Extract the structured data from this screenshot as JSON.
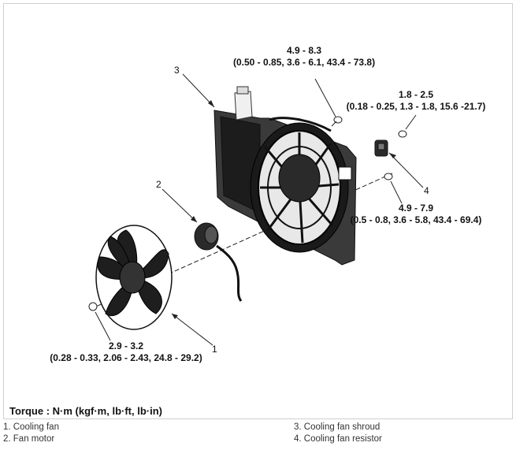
{
  "callouts": {
    "top": {
      "line1": "4.9 - 8.3",
      "line2": "(0.50 - 0.85, 3.6 - 6.1, 43.4 - 73.8)"
    },
    "right_top": {
      "line1": "1.8 - 2.5",
      "line2": "(0.18 - 0.25, 1.3 - 1.8, 15.6 -21.7)"
    },
    "right_mid": {
      "line1": "4.9 - 7.9",
      "line2": "(0.5 - 0.8, 3.6 - 5.8, 43.4 - 69.4)"
    },
    "bottom": {
      "line1": "2.9 - 3.2",
      "line2": "(0.28 - 0.33, 2.06 - 2.43, 24.8 - 29.2)"
    }
  },
  "part_numbers": {
    "n1": "1",
    "n2": "2",
    "n3": "3",
    "n4": "4"
  },
  "torque_note": "Torque : N·m (kgf·m, lb·ft, lb·in)",
  "legend": {
    "item1": "1. Cooling fan",
    "item2": "2. Fan motor",
    "item3": "3. Cooling fan shroud",
    "item4": "4. Cooling fan resistor"
  }
}
